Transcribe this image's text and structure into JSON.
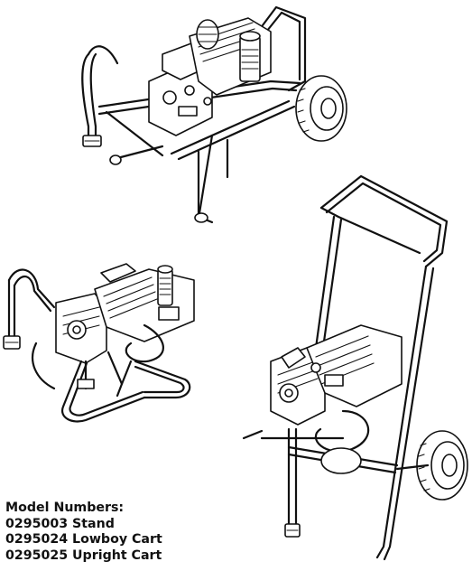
{
  "caption": {
    "heading": "Model Numbers:",
    "models": [
      {
        "line": "0295003 Stand"
      },
      {
        "line": "0295024 Lowboy Cart"
      },
      {
        "line": "0295025 Upright Cart"
      }
    ]
  },
  "illustrations": {
    "top": "lowboy-cart-sprayer-illustration",
    "left": "stand-sprayer-illustration",
    "right": "upright-cart-sprayer-illustration"
  }
}
